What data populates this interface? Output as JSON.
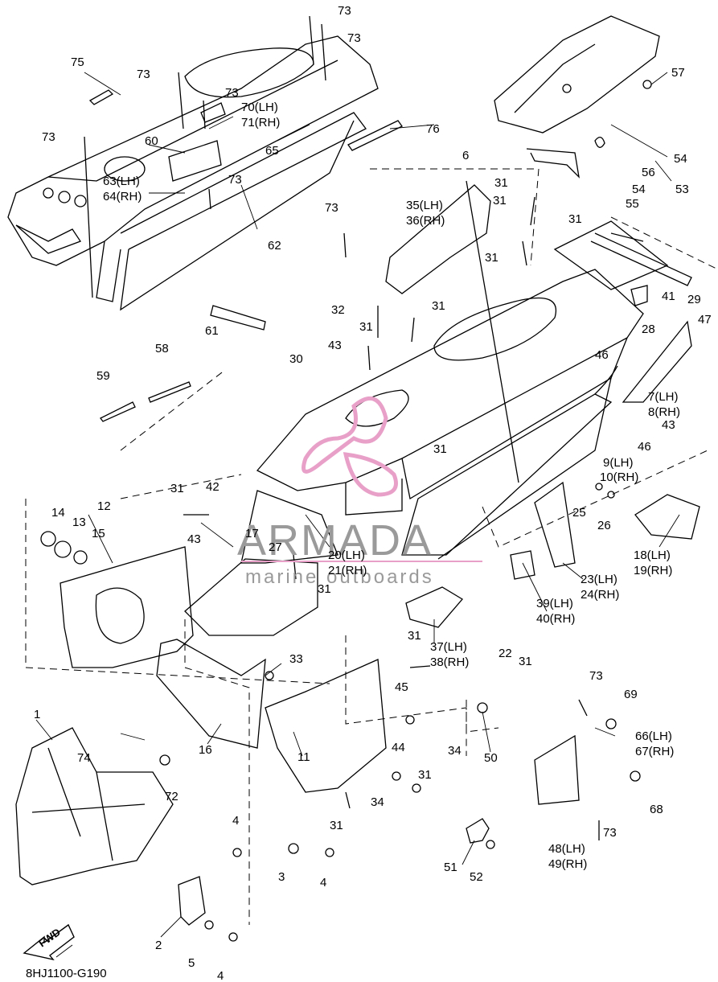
{
  "diagram": {
    "drawing_code": "8HJ1100-G190",
    "fwd_label": "FWD",
    "watermark": {
      "brand": "ARMADA",
      "sub": "marine outboards",
      "logo_color": "#e8a0c8"
    },
    "callouts": [
      {
        "id": "c73a",
        "text": "73"
      },
      {
        "id": "c73b",
        "text": "73"
      },
      {
        "id": "c73c",
        "text": "73"
      },
      {
        "id": "c73d",
        "text": "73"
      },
      {
        "id": "c73e",
        "text": "73"
      },
      {
        "id": "c73f",
        "text": "73"
      },
      {
        "id": "c73g",
        "text": "73"
      },
      {
        "id": "c73h",
        "text": "73"
      },
      {
        "id": "c73i",
        "text": "73"
      },
      {
        "id": "c75",
        "text": "75"
      },
      {
        "id": "c70",
        "text": "70(LH)"
      },
      {
        "id": "c71",
        "text": "71(RH)"
      },
      {
        "id": "c60",
        "text": "60"
      },
      {
        "id": "c65",
        "text": "65"
      },
      {
        "id": "c76",
        "text": "76"
      },
      {
        "id": "c63",
        "text": "63(LH)"
      },
      {
        "id": "c64",
        "text": "64(RH)"
      },
      {
        "id": "c62",
        "text": "62"
      },
      {
        "id": "c57",
        "text": "57"
      },
      {
        "id": "c54a",
        "text": "54"
      },
      {
        "id": "c56",
        "text": "56"
      },
      {
        "id": "c54b",
        "text": "54"
      },
      {
        "id": "c53",
        "text": "53"
      },
      {
        "id": "c55",
        "text": "55"
      },
      {
        "id": "c6",
        "text": "6"
      },
      {
        "id": "c31a",
        "text": "31"
      },
      {
        "id": "c31b",
        "text": "31"
      },
      {
        "id": "c31c",
        "text": "31"
      },
      {
        "id": "c31d",
        "text": "31"
      },
      {
        "id": "c31e",
        "text": "31"
      },
      {
        "id": "c31f",
        "text": "31"
      },
      {
        "id": "c31g",
        "text": "31"
      },
      {
        "id": "c31h",
        "text": "31"
      },
      {
        "id": "c31i",
        "text": "31"
      },
      {
        "id": "c31j",
        "text": "31"
      },
      {
        "id": "c31k",
        "text": "31"
      },
      {
        "id": "c31l",
        "text": "31"
      },
      {
        "id": "c31m",
        "text": "31"
      },
      {
        "id": "c35",
        "text": "35(LH)"
      },
      {
        "id": "c36",
        "text": "36(RH)"
      },
      {
        "id": "c41",
        "text": "41"
      },
      {
        "id": "c29",
        "text": "29"
      },
      {
        "id": "c28",
        "text": "28"
      },
      {
        "id": "c47",
        "text": "47"
      },
      {
        "id": "c32",
        "text": "32"
      },
      {
        "id": "c61",
        "text": "61"
      },
      {
        "id": "c58",
        "text": "58"
      },
      {
        "id": "c43a",
        "text": "43"
      },
      {
        "id": "c30",
        "text": "30"
      },
      {
        "id": "c59",
        "text": "59"
      },
      {
        "id": "c46a",
        "text": "46"
      },
      {
        "id": "c7",
        "text": "7(LH)"
      },
      {
        "id": "c8",
        "text": "8(RH)"
      },
      {
        "id": "c43b",
        "text": "43"
      },
      {
        "id": "c46b",
        "text": "46"
      },
      {
        "id": "c9",
        "text": "9(LH)"
      },
      {
        "id": "c10",
        "text": "10(RH)"
      },
      {
        "id": "c25",
        "text": "25"
      },
      {
        "id": "c26",
        "text": "26"
      },
      {
        "id": "c42",
        "text": "42"
      },
      {
        "id": "c14",
        "text": "14"
      },
      {
        "id": "c13",
        "text": "13"
      },
      {
        "id": "c12",
        "text": "12"
      },
      {
        "id": "c15",
        "text": "15"
      },
      {
        "id": "c17",
        "text": "17"
      },
      {
        "id": "c27",
        "text": "27"
      },
      {
        "id": "c43c",
        "text": "43"
      },
      {
        "id": "c20",
        "text": "20(LH)"
      },
      {
        "id": "c21",
        "text": "21(RH)"
      },
      {
        "id": "c18",
        "text": "18(LH)"
      },
      {
        "id": "c19",
        "text": "19(RH)"
      },
      {
        "id": "c23",
        "text": "23(LH)"
      },
      {
        "id": "c24",
        "text": "24(RH)"
      },
      {
        "id": "c39",
        "text": "39(LH)"
      },
      {
        "id": "c40",
        "text": "40(RH)"
      },
      {
        "id": "c37",
        "text": "37(LH)"
      },
      {
        "id": "c38",
        "text": "38(RH)"
      },
      {
        "id": "c22",
        "text": "22"
      },
      {
        "id": "c33",
        "text": "33"
      },
      {
        "id": "c45",
        "text": "45"
      },
      {
        "id": "c69",
        "text": "69"
      },
      {
        "id": "c66",
        "text": "66(LH)"
      },
      {
        "id": "c67",
        "text": "67(RH)"
      },
      {
        "id": "c1",
        "text": "1"
      },
      {
        "id": "c74",
        "text": "74"
      },
      {
        "id": "c16",
        "text": "16"
      },
      {
        "id": "c11",
        "text": "11"
      },
      {
        "id": "c34a",
        "text": "34"
      },
      {
        "id": "c50",
        "text": "50"
      },
      {
        "id": "c44",
        "text": "44"
      },
      {
        "id": "c72",
        "text": "72"
      },
      {
        "id": "c34b",
        "text": "34"
      },
      {
        "id": "c68",
        "text": "68"
      },
      {
        "id": "c48",
        "text": "48(LH)"
      },
      {
        "id": "c49",
        "text": "49(RH)"
      },
      {
        "id": "c51",
        "text": "51"
      },
      {
        "id": "c52",
        "text": "52"
      },
      {
        "id": "c4a",
        "text": "4"
      },
      {
        "id": "c3",
        "text": "3"
      },
      {
        "id": "c4b",
        "text": "4"
      },
      {
        "id": "c2",
        "text": "2"
      },
      {
        "id": "c5",
        "text": "5"
      },
      {
        "id": "c4c",
        "text": "4"
      }
    ]
  }
}
